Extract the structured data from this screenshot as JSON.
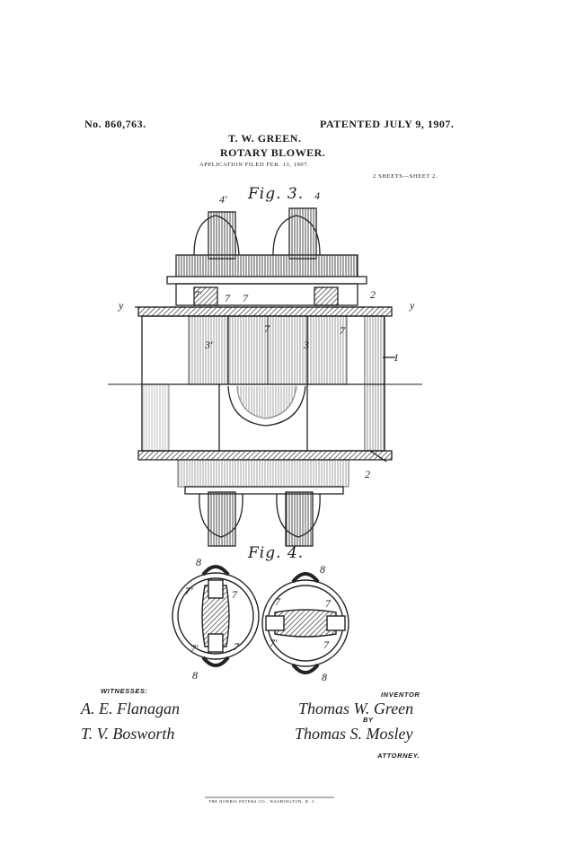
{
  "header": {
    "patent_number": "No. 860,763.",
    "patented_date": "PATENTED JULY 9, 1907.",
    "inventor_name": "T. W. GREEN.",
    "title": "ROTARY BLOWER.",
    "application": "APPLICATION FILED FEB. 13, 1907.",
    "sheets": "2 SHEETS—SHEET 2."
  },
  "fig3": {
    "title": "Fig. 3.",
    "labels": {
      "l4p": "4'",
      "l4": "4",
      "y_left": "y",
      "y_right": "y",
      "l7a": "7'",
      "l7b": "7",
      "l7c": "7",
      "l2top": "2",
      "l7d": "7",
      "l7e": "7",
      "l3p": "3'",
      "l3": "3",
      "l1": "1",
      "l2bot": "2"
    }
  },
  "fig4": {
    "title": "Fig. 4.",
    "labels": {
      "l8tl": "8",
      "l8tr": "8",
      "l8bl": "8",
      "l8br": "8",
      "l7p_a": "7'",
      "l7_a": "7",
      "l7p_b": "7'",
      "l7_b": "7",
      "l7_c": "7",
      "l7_d": "7",
      "l7p_c": "7'",
      "l7_e": "7"
    }
  },
  "footer": {
    "witnesses_label": "WITNESSES:",
    "witness_1": "A. E. Flanagan",
    "witness_2": "T. V. Bosworth",
    "inventor_label": "INVENTOR",
    "inventor_signature": "Thomas W. Green",
    "by_label": "BY",
    "attorney_signature": "Thomas S. Mosley",
    "attorney_label": "ATTORNEY.",
    "imprint": "THE NORRIS PETERS CO., WASHINGTON, D. C."
  }
}
